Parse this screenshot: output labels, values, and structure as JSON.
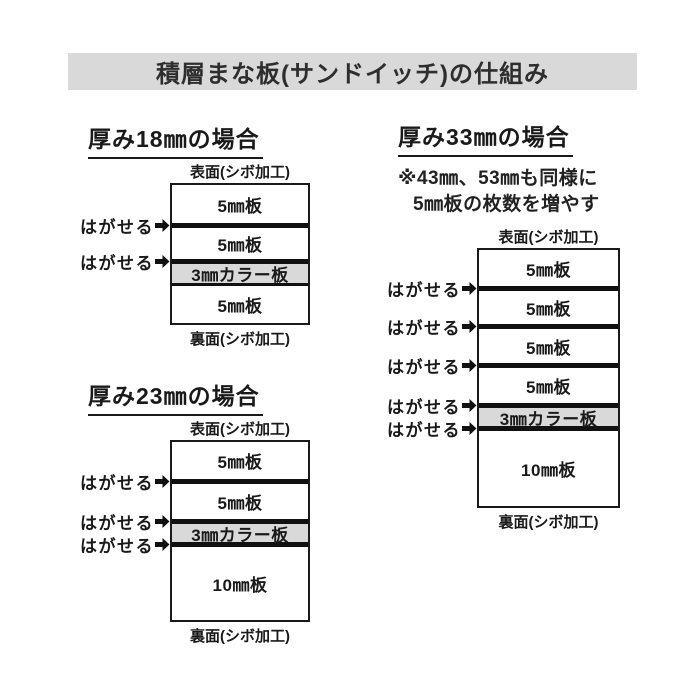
{
  "title": "積層まな板(サンドイッチ)の仕組み",
  "colors": {
    "title_bar_bg": "#d9d9d9",
    "color_board_bg": "#d9d9d9",
    "line": "#111111",
    "text": "#1a1a1a"
  },
  "common_labels": {
    "peel": "はがせる",
    "front_surface": "表面(シボ加工)",
    "back_surface": "裏面(シボ加工)"
  },
  "sections": [
    {
      "id": "18mm",
      "heading": "厚み18㎜の場合",
      "note_lines": [],
      "layers": [
        {
          "label": "5㎜板",
          "color_board": false
        },
        {
          "label": "5㎜板",
          "color_board": false
        },
        {
          "label": "3㎜カラー板",
          "color_board": true
        },
        {
          "label": "5㎜板",
          "color_board": false
        }
      ],
      "peel_dividers": [
        true,
        true,
        false
      ]
    },
    {
      "id": "23mm",
      "heading": "厚み23㎜の場合",
      "note_lines": [],
      "layers": [
        {
          "label": "5㎜板",
          "color_board": false
        },
        {
          "label": "5㎜板",
          "color_board": false
        },
        {
          "label": "3㎜カラー板",
          "color_board": true
        },
        {
          "label": "10㎜板",
          "color_board": false
        }
      ],
      "peel_dividers": [
        true,
        true,
        true
      ]
    },
    {
      "id": "33mm",
      "heading": "厚み33㎜の場合",
      "note_lines": [
        "※43㎜、53㎜も同様に",
        "5㎜板の枚数を増やす"
      ],
      "layers": [
        {
          "label": "5㎜板",
          "color_board": false
        },
        {
          "label": "5㎜板",
          "color_board": false
        },
        {
          "label": "5㎜板",
          "color_board": false
        },
        {
          "label": "5㎜板",
          "color_board": false
        },
        {
          "label": "3㎜カラー板",
          "color_board": true
        },
        {
          "label": "10㎜板",
          "color_board": false
        }
      ],
      "peel_dividers": [
        true,
        true,
        true,
        true,
        true
      ]
    }
  ]
}
